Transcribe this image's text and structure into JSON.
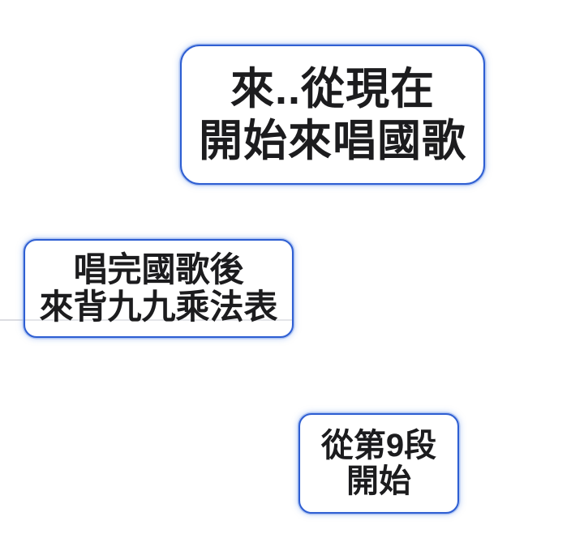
{
  "page": {
    "type": "comic-page",
    "background_color": "#ffffff",
    "text_color": "#1c1c1e",
    "bubble_border_color": "#2e5ed2",
    "bubble_glow_color": "#96b6f0",
    "panel_line_color": "#dcdde2"
  },
  "bubbles": [
    {
      "id": "speech-bubble-top",
      "lines": [
        "來..從現在",
        "開始來唱國歌"
      ]
    },
    {
      "id": "speech-bubble-middle",
      "lines": [
        "唱完國歌後",
        "來背九九乘法表"
      ]
    },
    {
      "id": "speech-bubble-bottom",
      "lines": [
        "從第9段",
        "開始"
      ]
    }
  ]
}
